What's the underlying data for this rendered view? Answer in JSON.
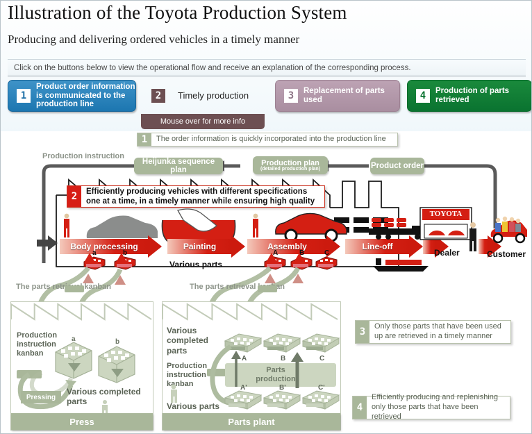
{
  "header": {
    "title": "Illustration of the Toyota Production System",
    "subtitle": "Producing and delivering ordered vehicles in a timely manner",
    "instruction": "Click on the buttons below to view the operational flow and receive an explanation of the corresponding process."
  },
  "buttons": [
    {
      "num": "1",
      "label": "Product order information is communicated to the production line",
      "color": "#2a7fb8",
      "state": "selected"
    },
    {
      "num": "2",
      "label": "Timely production",
      "color": "#6d4f52",
      "state": "default"
    },
    {
      "num": "3",
      "label": "Replacement of parts used",
      "color": "#b29aab",
      "state": "default"
    },
    {
      "num": "4",
      "label": "Production of parts retrieved",
      "color": "#0f7c33",
      "state": "default"
    }
  ],
  "tooltip_tab": "Mouse over for more info",
  "callouts": [
    {
      "num": "1",
      "text": "The order information is quickly incorporated into the production line",
      "style": "green"
    },
    {
      "num": "2",
      "text": "Efficiently producing vehicles with different specifications one at a time, in a timely manner while ensuring high quality",
      "style": "red"
    },
    {
      "num": "3",
      "text": "Only those parts that have been used up are retrieved in a timely manner",
      "style": "green"
    },
    {
      "num": "4",
      "text": "Efficiently producing and replenishing only those parts that have been retrieved",
      "style": "green"
    }
  ],
  "flow_pills": [
    {
      "label": "Heijunka sequence plan",
      "sub": ""
    },
    {
      "label": "Production plan",
      "sub": "(detailed  production plan)"
    },
    {
      "label": "Product order",
      "sub": ""
    }
  ],
  "labels": {
    "production_instruction": "Production instruction",
    "various_parts_top": "Various parts",
    "parts_retrieval_kanban": "The parts retrieval kanban",
    "production_instruction_kanban": "Production instruction kanban",
    "various_completed_parts": "Various completed parts",
    "various_parts": "Various parts",
    "parts_production": "Parts production",
    "pressing": "Pressing",
    "dealer": "Dealer",
    "customer": "Customer",
    "toyota_sign": "TOYOTA"
  },
  "process_arrows": [
    {
      "label": "Body processing"
    },
    {
      "label": "Painting"
    },
    {
      "label": "Assembly"
    },
    {
      "label": "Line-off"
    }
  ],
  "plants": [
    {
      "name": "Press",
      "crate_labels": [
        "a",
        "b"
      ]
    },
    {
      "name": "Parts plant",
      "completed_labels": [
        "A",
        "B",
        "C"
      ],
      "raw_labels": [
        "A'",
        "B'",
        "C'"
      ]
    }
  ],
  "line_crate_labels": {
    "body": [
      "a",
      "b"
    ],
    "assembly": [
      "A",
      "B",
      "C"
    ]
  },
  "colors": {
    "green_pill": "#a9b79a",
    "red": "#d41f13",
    "blue_button": "#2a7fb8",
    "purple_button": "#b29aab",
    "green_button": "#0f7c33",
    "brown": "#6d4f52"
  }
}
